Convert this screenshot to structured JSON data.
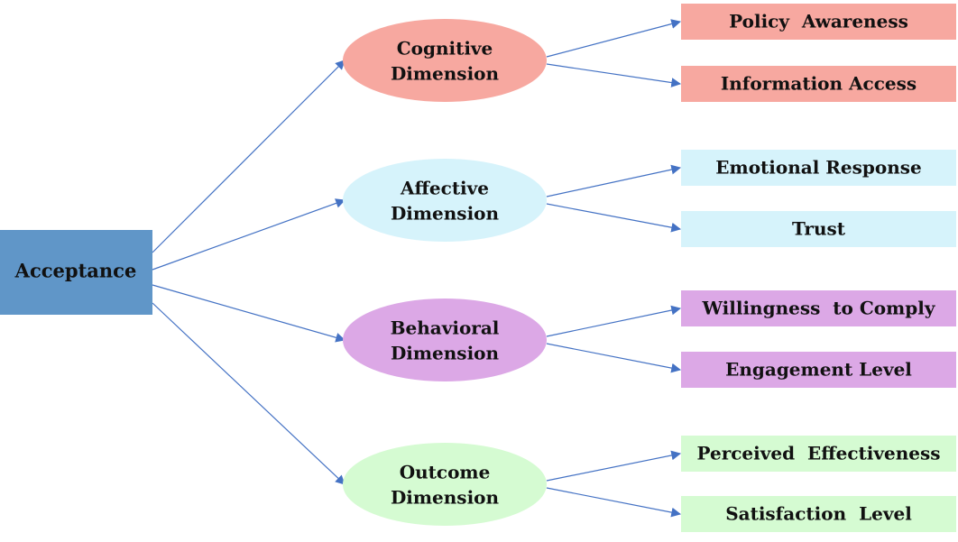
{
  "root": {
    "label": "Acceptance",
    "color": "#6096c8"
  },
  "arrow_color": "#4472c4",
  "dimensions": [
    {
      "line1": "Cognitive",
      "line2": "Dimension",
      "color": "#f7a8a0",
      "leaf_color": "#f7a8a0",
      "leaves": [
        "Policy  Awareness",
        "Information Access"
      ]
    },
    {
      "line1": "Affective",
      "line2": "Dimension",
      "color": "#d6f3fb",
      "leaf_color": "#d6f3fb",
      "leaves": [
        "Emotional Response",
        "Trust"
      ]
    },
    {
      "line1": "Behavioral",
      "line2": "Dimension",
      "color": "#dca8e6",
      "leaf_color": "#dca8e6",
      "leaves": [
        "Willingness  to Comply",
        "Engagement Level"
      ]
    },
    {
      "line1": "Outcome",
      "line2": "Dimension",
      "color": "#d5fbd2",
      "leaf_color": "#d5fbd2",
      "leaves": [
        "Perceived  Effectiveness",
        "Satisfaction  Level"
      ]
    }
  ]
}
